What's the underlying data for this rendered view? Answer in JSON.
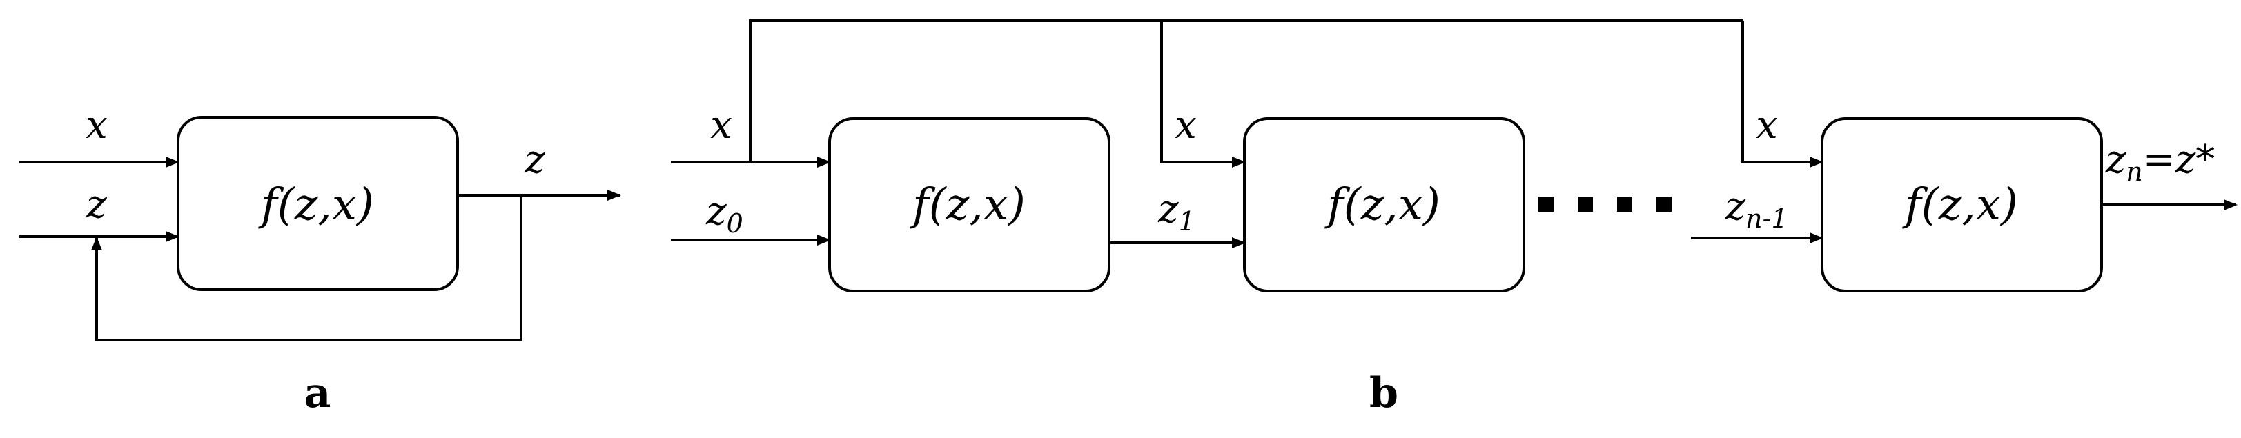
{
  "panel_a": {
    "label": "a",
    "box_label": "f(z,x)",
    "input_x": "x",
    "input_z": "z",
    "output_z": "z"
  },
  "panel_b": {
    "label": "b",
    "boxes": [
      {
        "label": "f(z,x)"
      },
      {
        "label": "f(z,x)"
      },
      {
        "label": "f(z,x)"
      }
    ],
    "input_x": "x",
    "x_labels": [
      "x",
      "x"
    ],
    "z0": {
      "base": "z",
      "sub": "0"
    },
    "z1": {
      "base": "z",
      "sub": "1"
    },
    "zn_minus_1": {
      "base": "z",
      "sub": "n-1"
    },
    "output": {
      "base": "z",
      "sub": "n",
      "rest": "=z*"
    },
    "ellipsis": "...."
  }
}
